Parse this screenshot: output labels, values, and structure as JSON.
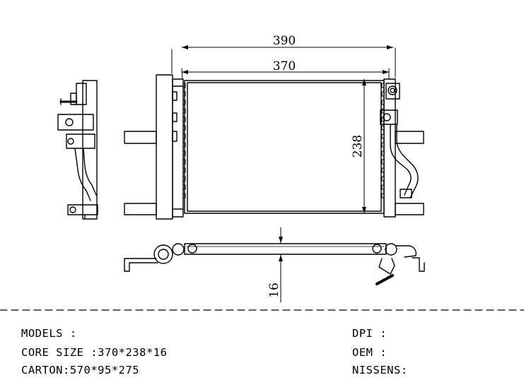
{
  "dimensions": {
    "overall_width": "390",
    "core_width": "370",
    "core_height": "238",
    "core_thickness": "16"
  },
  "specs": {
    "models": "MODELS :",
    "core_size": "CORE SIZE :370*238*16",
    "carton": "CARTON:570*95*275",
    "dpi": "DPI :",
    "oem": "OEM :",
    "nissens": "NISSENS:"
  }
}
